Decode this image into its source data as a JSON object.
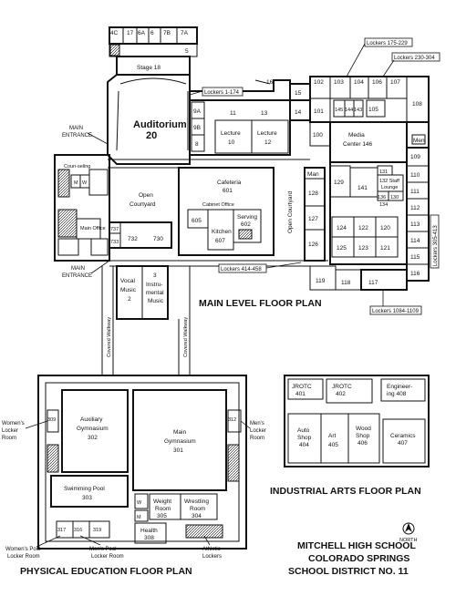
{
  "top_strip": [
    "4C",
    "17",
    "6A",
    "6",
    "7B",
    "7A"
  ],
  "rooms": {
    "stage": "Stage 18",
    "room5": "5",
    "room16": "16",
    "room15": "15",
    "auditorium": "Auditorium",
    "auditorium_no": "20",
    "r9a": "9A",
    "r9b": "9B",
    "r8": "8",
    "r11": "11",
    "r13": "13",
    "lecture1": "Lecture",
    "lecture1_no": "10",
    "lecture2": "Lecture",
    "lecture2_no": "12",
    "r102": "102",
    "r103": "103",
    "r104": "104",
    "r106": "106",
    "r107": "107",
    "r108": "108",
    "r14": "14",
    "r101": "101",
    "r100": "100",
    "r145": "145",
    "r144": "144",
    "r143": "143",
    "r105": "105",
    "media": "Media",
    "media2": "Center 146",
    "men_top": "Men",
    "r109": "109",
    "r110": "110",
    "r111": "111",
    "r112": "112",
    "r113": "113",
    "r114": "114",
    "r115": "115",
    "r116": "116",
    "r117": "117",
    "r118": "118",
    "r119": "119",
    "r129": "129",
    "r141": "141",
    "r131": "131",
    "r132": "132 Staff",
    "lounge": "Lounge",
    "r136": "136",
    "r130": "130",
    "r134": "134",
    "r124": "124",
    "r122": "122",
    "r120": "120",
    "r125": "125",
    "r123": "123",
    "r121": "121",
    "men_mid": "Man",
    "r128": "128",
    "r127": "127",
    "r126": "126",
    "open_court_r": "Open Courtyard",
    "cafeteria": "Cafeteria",
    "cafeteria_no": "601",
    "cabinet": "Cabinet Office",
    "r605": "605",
    "serving": "Serving",
    "serving_no": "602",
    "kitchen": "Kitchen",
    "kitchen_no": "607",
    "open_court_l": "Open",
    "open_court_l2": "Courtyard",
    "r737": "737",
    "r733": "733",
    "r732": "732",
    "r730": "730",
    "w": "W",
    "m": "M",
    "counseling": "Coun-seling",
    "main_office": "Main Office",
    "vocal": "Vocal",
    "vocal2": "Music",
    "vocal_no": "2",
    "instr_no": "3",
    "instr": "Instru-",
    "instr2": "mental",
    "instr3": "Music",
    "walkway1": "Covered Walkway",
    "walkway2": "Covered Walkway",
    "aux": "Auxiliary",
    "aux2": "Gymnasium",
    "aux_no": "302",
    "main_gym": "Main",
    "main_gym2": "Gymnasium",
    "main_gym_no": "301",
    "r309": "309",
    "r312": "312",
    "pool": "Swimming Pool",
    "pool_no": "303",
    "weight": "Weight",
    "weight2": "Room",
    "weight_no": "305",
    "wrestling": "Wrestling",
    "wrestling2": "Room",
    "wrestling_no": "304",
    "health": "Health",
    "health_no": "308",
    "r317": "317",
    "r316": "316",
    "r319": "319",
    "w2": "W",
    "m2": "M",
    "jrotc1": "JROTC",
    "jrotc1_no": "401",
    "jrotc2": "JROTC",
    "jrotc2_no": "402",
    "eng": "Engineer-",
    "eng2": "ing 408",
    "auto": "Auto",
    "auto2": "Shop",
    "auto_no": "404",
    "art": "Art",
    "art_no": "405",
    "wood": "Wood",
    "wood2": "Shop",
    "wood_no": "406",
    "ceramics": "Ceramics",
    "ceramics_no": "407"
  },
  "callouts": {
    "lockers_1_174": "Lockers 1-174",
    "lockers_175_229": "Lockers 175-229",
    "lockers_230_304": "Lockers 230-304",
    "lockers_305_413": "Lockers 305-413",
    "lockers_414_458": "Lockers 414-458",
    "lockers_1084_1109": "Lockers 1084-1109",
    "main_entrance_top": "MAIN ENTRANCE",
    "main_entrance_bottom": "MAIN ENTRANCE",
    "womens_locker": "Women's Locker Room",
    "mens_locker": "Men's Locker Room",
    "womens_pool": "Women's Pool Locker Room",
    "mens_pool": "Men's Pool Locker Room",
    "athletic": "Athletic Lockers"
  },
  "headings": {
    "main_level": "MAIN LEVEL FLOOR PLAN",
    "industrial": "INDUSTRIAL ARTS FLOOR PLAN",
    "pe": "PHYSICAL EDUCATION FLOOR PLAN",
    "north": "NORTH",
    "school1": "MITCHELL HIGH SCHOOL",
    "school2": "COLORADO SPRINGS",
    "school3": "SCHOOL DISTRICT NO. 11"
  }
}
